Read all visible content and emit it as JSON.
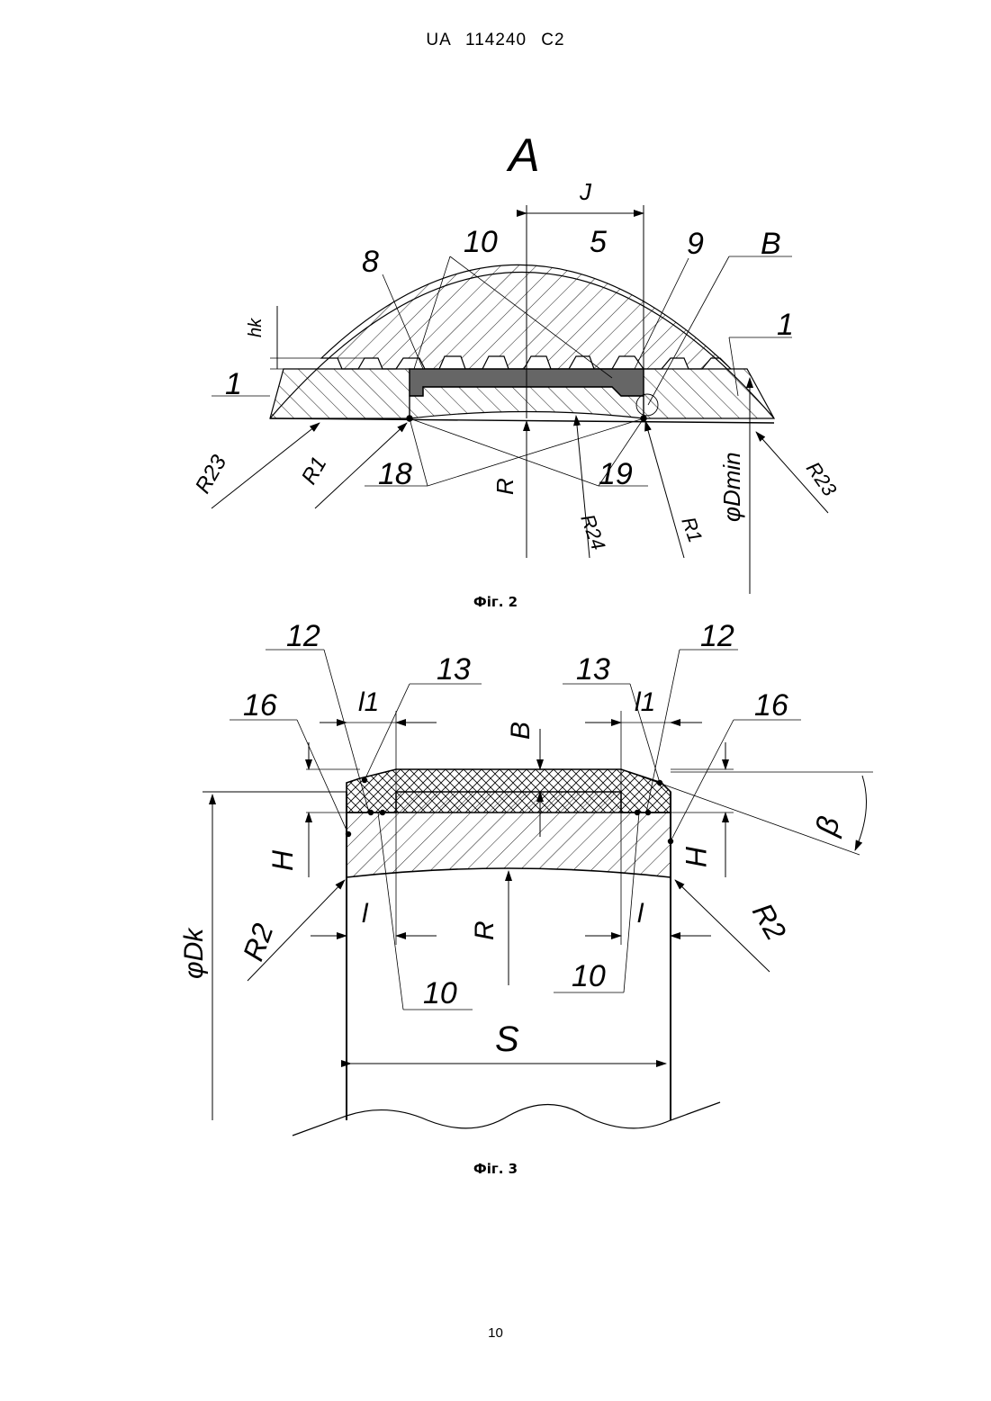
{
  "header": {
    "text": "UA   114240   C2"
  },
  "figures": [
    {
      "caption": "Фіг. 2",
      "view_label": "A",
      "labels": {
        "j": "J",
        "n10": "10",
        "n5": "5",
        "n9": "9",
        "B": "B",
        "n8": "8",
        "hk": "hk",
        "n1_left": "1",
        "n1_right": "1",
        "R23_left": "R23",
        "R1_left": "R1",
        "n18": "18",
        "R": "R",
        "n19": "19",
        "R24": "R24",
        "R1_right": "R1",
        "Dmin": "φDmin",
        "R23_right": "R23"
      }
    },
    {
      "caption": "Фіг. 3",
      "labels": {
        "n12_left": "12",
        "n13_left": "13",
        "n13_right": "13",
        "n12_right": "12",
        "n16_left": "16",
        "l1_left": "l1",
        "B": "B",
        "l1_right": "l1",
        "n16_right": "16",
        "beta": "β",
        "H_left": "H",
        "H_right": "H",
        "R2_left": "R2",
        "l_left": "l",
        "R": "R",
        "l_right": "l",
        "R2_right": "R2",
        "Dk": "φDk",
        "n10_left": "10",
        "n10_right": "10",
        "S": "S"
      }
    }
  ],
  "page_number": "10"
}
